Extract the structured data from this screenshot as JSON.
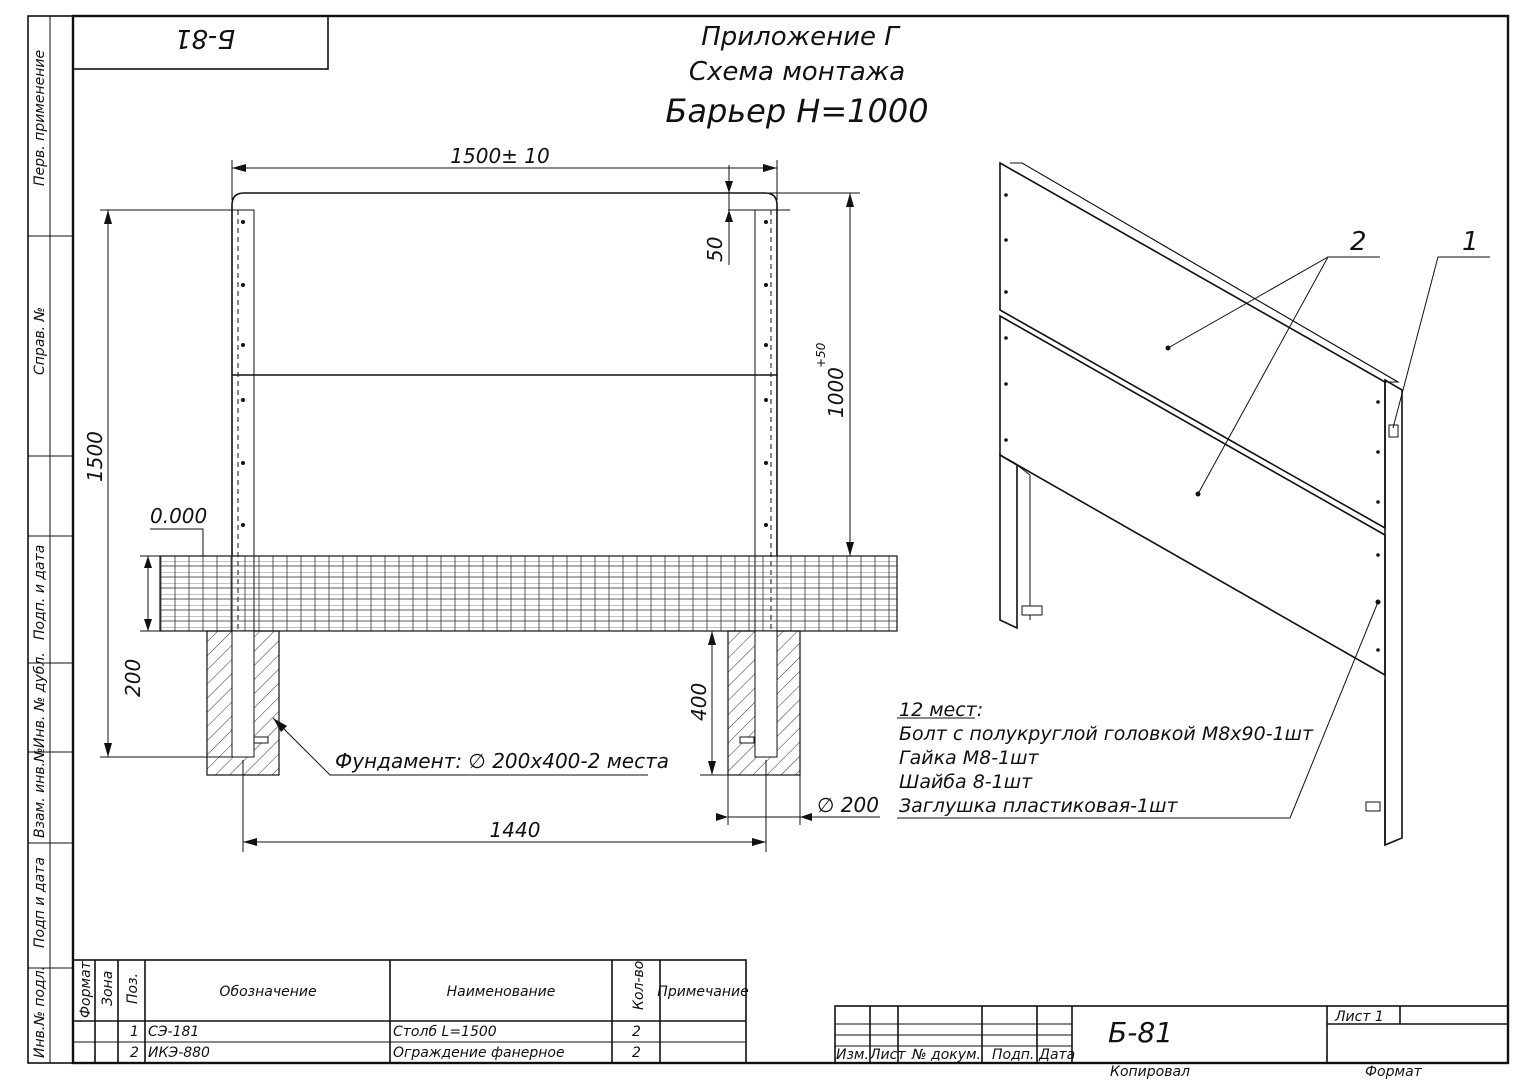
{
  "stamp_top": "Б-81",
  "header": {
    "line1": "Приложение Г",
    "line2": "Схема монтажа",
    "line3": "Барьер H=1000"
  },
  "side_labels": [
    "Перв. применение",
    "Справ. №",
    "Подп. и дата",
    "Инв. № дубл.",
    "Взам. инв.№",
    "Подп и дата",
    "Инв.№ подл."
  ],
  "dimensions": {
    "width_top": "1500± 10",
    "plank_gap": "50",
    "height_total": "1500",
    "height_barrier": "1000",
    "height_barrier_tol": "+50",
    "level": "0.000",
    "ground_depth": "200",
    "foundation_depth": "400",
    "post_spacing": "1440",
    "foundation_diam": "∅ 200"
  },
  "foundation_note": "Фундамент: ∅ 200x400-2 места",
  "callouts": {
    "pos1": "1",
    "pos2": "2"
  },
  "fasteners": {
    "title": "12 мест:",
    "lines": [
      "Болт с полукруглой головкой М8х90-1шт",
      "Гайка М8-1шт",
      "Шайба 8-1шт",
      "Заглушка пластиковая-1шт"
    ]
  },
  "spec_table": {
    "headers": [
      "Формат",
      "Зона",
      "Поз.",
      "Обозначение",
      "Наименование",
      "Кол-во",
      "Примечание"
    ],
    "rows": [
      {
        "pos": "1",
        "designation": "СЭ-181",
        "name": "Столб L=1500",
        "qty": "2"
      },
      {
        "pos": "2",
        "designation": "ИКЭ-880",
        "name": "Ограждение фанерное",
        "qty": "2"
      }
    ]
  },
  "title_block": {
    "cols": [
      "Изм.",
      "Лист",
      "№ докум.",
      "Подп.",
      "Дата"
    ],
    "code": "Б-81",
    "sheet": "Лист 1",
    "copied": "Копировал",
    "format": "Формат"
  }
}
